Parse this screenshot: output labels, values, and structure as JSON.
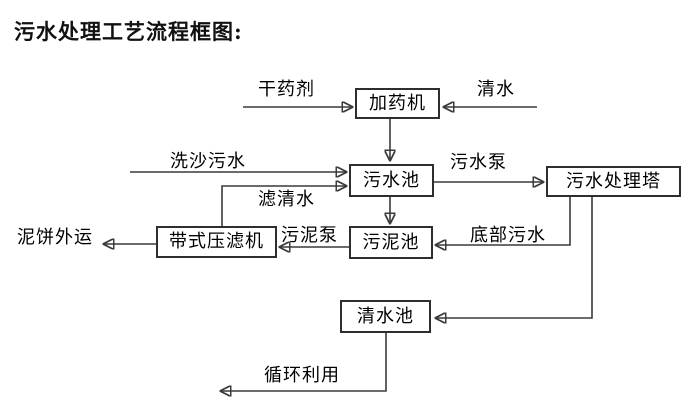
{
  "title": "污水处理工艺流程框图:",
  "colors": {
    "background": "#ffffff",
    "line": "#3a3a3a",
    "box_border": "#2e2e2e",
    "box_fill": "#ffffff",
    "text": "#000000"
  },
  "nodes": {
    "dosing_machine": {
      "label": "加药机"
    },
    "sewage_pool": {
      "label": "污水池"
    },
    "treatment_tower": {
      "label": "污水处理塔"
    },
    "belt_filter_press": {
      "label": "带式压滤机"
    },
    "sludge_pool": {
      "label": "污泥池"
    },
    "clean_water_pool": {
      "label": "清水池"
    }
  },
  "flow_labels": {
    "dry_chemical": "干药剂",
    "clean_water_in": "清水",
    "sand_washing_sewage": "洗沙污水",
    "sewage_pump": "污水泵",
    "filtered_water": "滤清水",
    "mud_cake_out": "泥饼外运",
    "sludge_pump": "污泥泵",
    "bottom_sewage": "底部污水",
    "recycle": "循环利用"
  },
  "edges": [
    {
      "from": "干药剂(外部)",
      "to": "加药机",
      "label": "干药剂"
    },
    {
      "from": "清水(外部)",
      "to": "加药机",
      "label": "清水"
    },
    {
      "from": "加药机",
      "to": "污水池",
      "label": ""
    },
    {
      "from": "洗沙污水(外部)",
      "to": "污水池",
      "label": "洗沙污水"
    },
    {
      "from": "带式压滤机",
      "to": "污水池",
      "label": "滤清水"
    },
    {
      "from": "污水池",
      "to": "污水处理塔",
      "label": "污水泵"
    },
    {
      "from": "污水池",
      "to": "污泥池",
      "label": ""
    },
    {
      "from": "污水处理塔",
      "to": "污泥池",
      "label": "底部污水"
    },
    {
      "from": "污泥池",
      "to": "带式压滤机",
      "label": "污泥泵"
    },
    {
      "from": "带式压滤机",
      "to": "泥饼外运(外部)",
      "label": "泥饼外运"
    },
    {
      "from": "污水处理塔",
      "to": "清水池",
      "label": ""
    },
    {
      "from": "清水池",
      "to": "循环利用(外部)",
      "label": "循环利用"
    }
  ]
}
